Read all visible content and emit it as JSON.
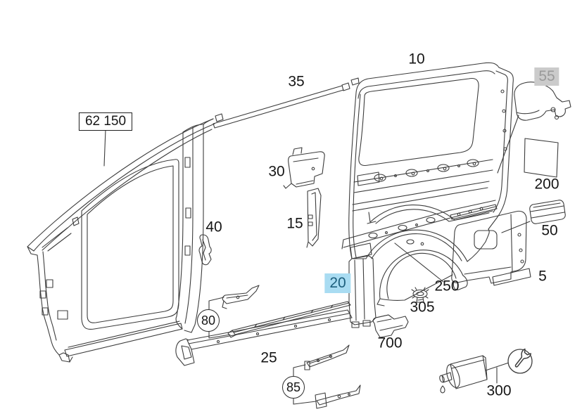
{
  "diagram": {
    "type": "vehicle-body-parts-diagram",
    "assembly_group": "62 150",
    "selected_part": "20",
    "unavailable_part": "55",
    "parts": {
      "p5": "5",
      "p10": "10",
      "p15": "15",
      "p20": "20",
      "p25": "25",
      "p30": "30",
      "p35": "35",
      "p40": "40",
      "p50": "50",
      "p55": "55",
      "p80": "80",
      "p85": "85",
      "p200": "200",
      "p250": "250",
      "p300": "300",
      "p305": "305",
      "p700": "700"
    },
    "colors": {
      "selected_bg": "#a9dcf2",
      "selected_text": "#1d5f7d",
      "unavailable_bg": "#cbcbcb",
      "unavailable_text": "#9a9a9a",
      "line": "#3c3c3c",
      "label_text": "#161616",
      "background": "#ffffff"
    },
    "icons": {
      "wrench": "wrench-icon"
    }
  }
}
